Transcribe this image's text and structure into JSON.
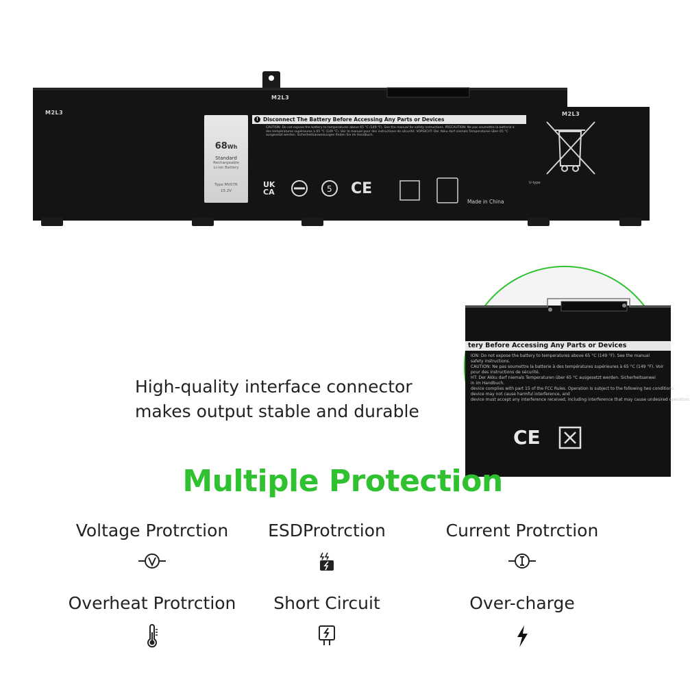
{
  "battery": {
    "model_marks": [
      "M2L3",
      "M2L3",
      "M2L3"
    ],
    "spec_label": {
      "capacity": "68",
      "capacity_unit": "Wh",
      "standard": "Standard",
      "kind_line1": "Rechargeable",
      "kind_line2": "Li-ion Battery",
      "type": "Type MV07R",
      "voltage": "15.2V"
    },
    "warning_text": "Disconnect The Battery Before Accessing Any Parts or Devices",
    "fine_print": "CAUTION: Do not expose the battery to temperatures above 65 °C (149 °F). See the manual for safety instructions. PRECAUTION: Ne pas soumettre la batterie à des températures supérieures à 65 °C (149 °F). Voir le manuel pour des instructions de sécurité. VORSICHT: Der Akku darf niemals Temperaturen über 65 °C ausgesetzt werden. Sicherheitsanweisungen finden Sie im Handbuch.",
    "cert_marks": [
      "UK CA",
      "CE"
    ],
    "made_in": "Made in China",
    "connector_type": "U-type"
  },
  "zoom": {
    "warning_text": "tery Before Accessing Any Parts or Devices",
    "fine_lines": [
      "ION: Do not expose the battery to temperatures above 65 °C (149 °F). See the manual",
      "safety instructions.",
      "CAUTION: Ne pas soumettre la batterie à des températures supérieures à 65 °C (149 °F). Voir",
      "pour des instructions de sécurité.",
      "HT: Der Akku darf niemals Temperaturen über 65 °C ausgesetzt werden. Sicherheitsanwei",
      "in im Handbuch.",
      "device complies with part 15 of the FCC Rules. Operation is subject to the following two conditions:",
      "device may not cause harmful interference, and",
      "device must accept any interference received, including interference that may cause undesired operation."
    ],
    "cert_marks": [
      "CE"
    ]
  },
  "tagline": {
    "line1": "High-quality interface connector",
    "line2": "makes output stable and durable"
  },
  "headline": "Multiple Protection",
  "features": [
    {
      "label": "Voltage Protrction",
      "icon": "voltage-icon"
    },
    {
      "label": "ESDProtrction",
      "icon": "esd-icon"
    },
    {
      "label": "Current Protrction",
      "icon": "current-icon"
    },
    {
      "label": "Overheat Protrction",
      "icon": "thermometer-icon"
    },
    {
      "label": "Short Circuit",
      "icon": "short-circuit-icon"
    },
    {
      "label": "Over-charge",
      "icon": "lightning-icon"
    }
  ],
  "colors": {
    "accent_green": "#2fc12f",
    "battery_black": "#141414",
    "text_dark": "#222222"
  }
}
